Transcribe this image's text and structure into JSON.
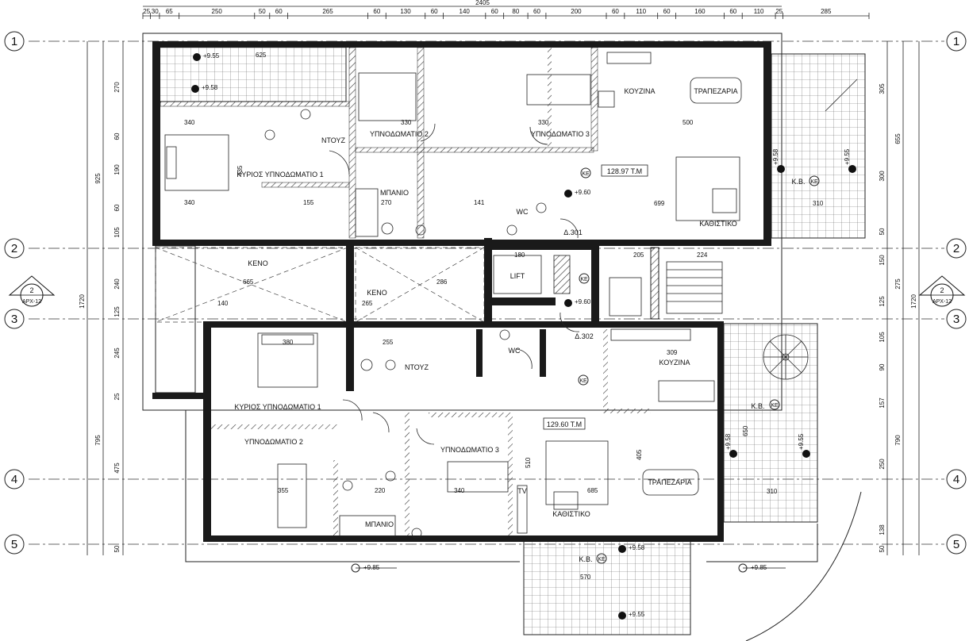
{
  "total_width": "2405",
  "top_dims": [
    "25",
    "30",
    "65",
    "250",
    "50",
    "60",
    "265",
    "60",
    "130",
    "60",
    "140",
    "60",
    "80",
    "60",
    "200",
    "60",
    "110",
    "60",
    "160",
    "60",
    "110",
    "25",
    "285"
  ],
  "grid_axes": [
    "1",
    "2",
    "3",
    "4",
    "5"
  ],
  "left_dims": [
    "270",
    "60",
    "190",
    "60",
    "105",
    "240",
    "125",
    "245",
    "25",
    "475",
    "50"
  ],
  "left_dims_outer": [
    "925",
    "1720",
    "795"
  ],
  "right_dims": [
    "305",
    "300",
    "50",
    "150",
    "125",
    "105",
    "90",
    "157",
    "250",
    "138",
    "50"
  ],
  "right_dims_outer": [
    "655",
    "275",
    "790",
    "1720"
  ],
  "section_marker": {
    "number": "2",
    "ref": "ΑΡΧ-12"
  },
  "levels": {
    "l955": "+9.55",
    "l958": "+9.58",
    "l960": "+9.60",
    "l985": "+9.85"
  },
  "symbols": {
    "ke": "ΚΕ",
    "wc": "WC"
  },
  "upper_apartment": {
    "area": "128.97 T.M",
    "rooms": {
      "master": "ΚΥΡΙΟΣ ΥΠΝΟΔΩΜΑΤΙΟ 1",
      "shower": "ΝΤΟΥΖ",
      "bedroom2": "ΥΠΝΟΔΩΜΑΤΙΟ 2",
      "bedroom3": "ΥΠΝΟΔΩΜΑΤΙΟ 3",
      "kitchen": "ΚΟΥΖΙΝΑ",
      "dining": "ΤΡΑΠΕΖΑΡΙΑ",
      "bath": "ΜΠΑΝΙΟ",
      "living": "ΚΑΘΙΣΤΙΚΟ",
      "balcony": "Κ.Β."
    }
  },
  "core": {
    "void": "ΚΕΝΟ",
    "lift": "LIFT",
    "duct1": "Δ.301",
    "duct2": "Δ.302"
  },
  "lower_apartment": {
    "area": "129.60 T.M",
    "rooms": {
      "master": "ΚΥΡΙΟΣ ΥΠΝΟΔΩΜΑΤΙΟ 1",
      "shower": "ΝΤΟΥΖ",
      "bedroom2": "ΥΠΝΟΔΩΜΑΤΙΟ 2",
      "bedroom3": "ΥΠΝΟΔΩΜΑΤΙΟ 3",
      "kitchen": "ΚΟΥΖΙΝΑ",
      "dining": "ΤΡΑΠΕΖΑΡΙΑ",
      "bath": "ΜΠΑΝΙΟ",
      "living": "ΚΑΘΙΣΤΙΚΟ",
      "balcony": "Κ.Β.",
      "tv": "TV"
    }
  },
  "interior_dims": {
    "d625": "625",
    "d340": "340",
    "d330": "330",
    "d500": "500",
    "d699": "699",
    "d435": "435",
    "d155": "155",
    "d270": "270",
    "d141": "141",
    "d224": "224",
    "d205": "205",
    "d180": "180",
    "d286": "286",
    "d665": "665",
    "d265": "265",
    "d140": "140",
    "d380": "380",
    "d255": "255",
    "d309": "309",
    "d355": "355",
    "d220": "220",
    "d340b": "340",
    "d685": "685",
    "d510": "510",
    "d310": "310",
    "d570": "570",
    "d405": "405",
    "d650": "650"
  }
}
